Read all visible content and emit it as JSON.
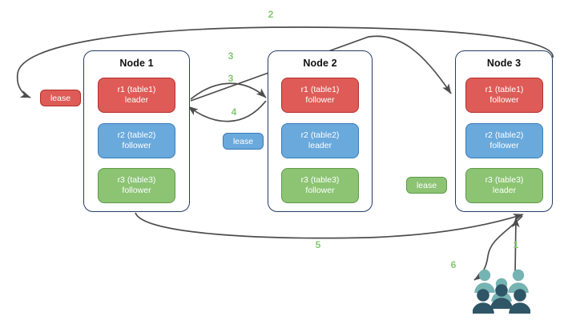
{
  "diagram": {
    "title": "Raft multi-node replica lease diagram",
    "colors": {
      "replica_r1": "#de5b57",
      "replica_r2": "#6aa9dc",
      "replica_r3": "#8cc474",
      "node_border": "#233c63",
      "edge": "#4d4d4d",
      "step_label": "#82c96f",
      "people_back": "#76b4b3",
      "people_front": "#2f5666"
    },
    "nodes": [
      {
        "name": "node-1",
        "title": "Node 1",
        "replicas": [
          {
            "name": "replica-r1",
            "line1": "r1 (table1)",
            "line2": "leader",
            "color": "red"
          },
          {
            "name": "replica-r2",
            "line1": "r2 (table2)",
            "line2": "follower",
            "color": "blue"
          },
          {
            "name": "replica-r3",
            "line1": "r3 (table3)",
            "line2": "follower",
            "color": "green"
          }
        ]
      },
      {
        "name": "node-2",
        "title": "Node 2",
        "replicas": [
          {
            "name": "replica-r1",
            "line1": "r1 (table1)",
            "line2": "follower",
            "color": "red"
          },
          {
            "name": "replica-r2",
            "line1": "r2 (table2)",
            "line2": "leader",
            "color": "blue"
          },
          {
            "name": "replica-r3",
            "line1": "r3 (table3)",
            "line2": "follower",
            "color": "green"
          }
        ]
      },
      {
        "name": "node-3",
        "title": "Node 3",
        "replicas": [
          {
            "name": "replica-r1",
            "line1": "r1 (table1)",
            "line2": "follower",
            "color": "red"
          },
          {
            "name": "replica-r2",
            "line1": "r2 (table2)",
            "line2": "follower",
            "color": "blue"
          },
          {
            "name": "replica-r3",
            "line1": "r3 (table3)",
            "line2": "leader",
            "color": "green"
          }
        ]
      }
    ],
    "leases": [
      {
        "name": "lease-r1",
        "label": "lease",
        "color": "red"
      },
      {
        "name": "lease-r2",
        "label": "lease",
        "color": "blue"
      },
      {
        "name": "lease-r3",
        "label": "lease",
        "color": "green"
      }
    ],
    "steps": [
      {
        "name": "step-1",
        "label": "1"
      },
      {
        "name": "step-2",
        "label": "2"
      },
      {
        "name": "step-3a",
        "label": "3"
      },
      {
        "name": "step-3b",
        "label": "3"
      },
      {
        "name": "step-4",
        "label": "4"
      },
      {
        "name": "step-5",
        "label": "5"
      },
      {
        "name": "step-6",
        "label": "6"
      }
    ],
    "actor": {
      "name": "users-icon",
      "label": "users"
    }
  }
}
